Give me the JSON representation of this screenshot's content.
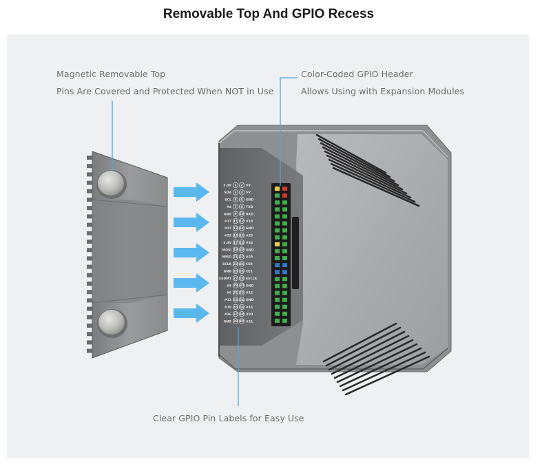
{
  "title": "Removable Top And GPIO Recess",
  "callouts": {
    "magnetic_line1": "Magnetic Removable Top",
    "magnetic_line2": "Pins Are Covered and Protected When NOT in Use",
    "header_line1": "Color-Coded GPIO Header",
    "header_line2": "Allows Using with Expansion Modules",
    "labels_line1": "Clear GPIO Pin Labels for Easy Use"
  },
  "gpio_pins": [
    {
      "left": "3.3V",
      "n1": "1",
      "n2": "2",
      "right": "5V"
    },
    {
      "left": "SDA",
      "n1": "3",
      "n2": "4",
      "right": "5V"
    },
    {
      "left": "SCL",
      "n1": "5",
      "n2": "6",
      "right": "GND"
    },
    {
      "left": "#4",
      "n1": "7",
      "n2": "8",
      "right": "TXD"
    },
    {
      "left": "GND",
      "n1": "9",
      "n2": "10",
      "right": "RXD"
    },
    {
      "left": "#17",
      "n1": "11",
      "n2": "12",
      "right": "#18"
    },
    {
      "left": "#27",
      "n1": "13",
      "n2": "14",
      "right": "GND"
    },
    {
      "left": "#22",
      "n1": "15",
      "n2": "16",
      "right": "#23"
    },
    {
      "left": "3.3V",
      "n1": "17",
      "n2": "18",
      "right": "#24"
    },
    {
      "left": "MOSI",
      "n1": "19",
      "n2": "20",
      "right": "GND"
    },
    {
      "left": "MISO",
      "n1": "21",
      "n2": "22",
      "right": "#25"
    },
    {
      "left": "SCLK",
      "n1": "23",
      "n2": "24",
      "right": "CE0"
    },
    {
      "left": "GND",
      "n1": "25",
      "n2": "26",
      "right": "CE1"
    },
    {
      "left": "ESDMT",
      "n1": "27",
      "n2": "28",
      "right": "ESCLK"
    },
    {
      "left": "#5",
      "n1": "29",
      "n2": "30",
      "right": "GND"
    },
    {
      "left": "#6",
      "n1": "31",
      "n2": "32",
      "right": "#12"
    },
    {
      "left": "#13",
      "n1": "33",
      "n2": "34",
      "right": "GND"
    },
    {
      "left": "#19",
      "n1": "35",
      "n2": "36",
      "right": "#16"
    },
    {
      "left": "#26",
      "n1": "37",
      "n2": "38",
      "right": "#20"
    },
    {
      "left": "GND",
      "n1": "39",
      "n2": "40",
      "right": "#21"
    }
  ],
  "colors": {
    "accent_line": "#4aa8e0",
    "arrow": "#5bb8ee",
    "case_light": "#a9a9ab",
    "case_dark": "#6f7072",
    "header_base": "#1b1b1b",
    "pin_green": "#3fae49",
    "pin_yellow": "#e6d23a",
    "pin_red": "#d23a2a",
    "pin_blue": "#2f78c8"
  }
}
